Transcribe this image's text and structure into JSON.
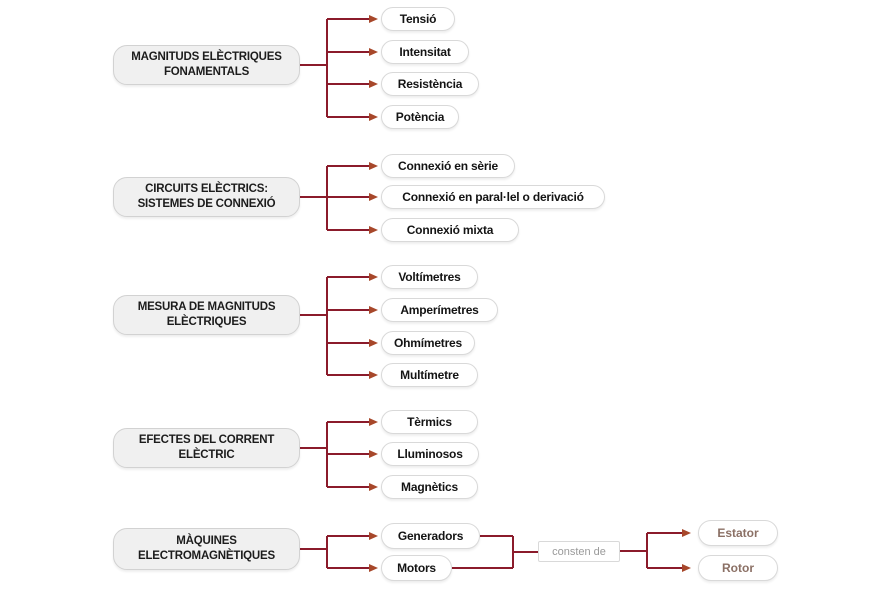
{
  "map": {
    "colors": {
      "connector": "#8b1b2b",
      "arrowhead": "#a7472a",
      "topic_fill": "#f0f0f0",
      "node_border": "#d9d9d9",
      "node_text": "#141414",
      "component_text": "#8b7065",
      "relation_text": "#9a9a9a"
    },
    "sections": [
      {
        "parent": "MAGNITUDS ELÈCTRIQUES FONAMENTALS",
        "children": [
          "Tensió",
          "Intensitat",
          "Resistència",
          "Potència"
        ]
      },
      {
        "parent": "CIRCUITS ELÈCTRICS: SISTEMES DE CONNEXIÓ",
        "children": [
          "Connexió en sèrie",
          "Connexió en paral·lel o derivació",
          "Connexió mixta"
        ]
      },
      {
        "parent": "MESURA DE MAGNITUDS ELÈCTRIQUES",
        "children": [
          "Voltímetres",
          "Amperímetres",
          "Ohmímetres",
          "Multímetre"
        ]
      },
      {
        "parent": "EFECTES DEL CORRENT ELÈCTRIC",
        "children": [
          "Tèrmics",
          "Lluminosos",
          "Magnètics"
        ]
      },
      {
        "parent": "MÀQUINES ELECTROMAGNÈTIQUES",
        "children": [
          "Generadors",
          "Motors"
        ],
        "relation_label": "consten de",
        "components": [
          "Estator",
          "Rotor"
        ]
      }
    ]
  }
}
